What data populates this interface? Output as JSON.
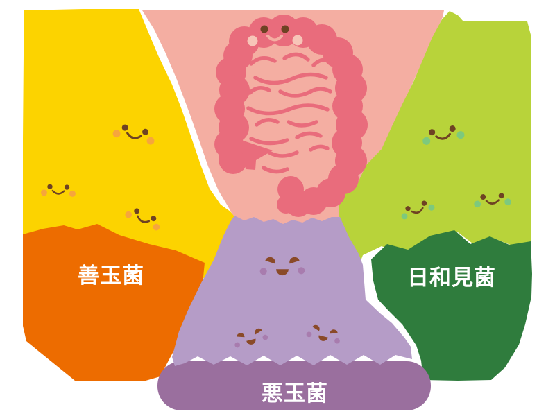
{
  "groups": [
    {
      "id": "good",
      "label": "善玉菌",
      "face_count": 3,
      "expression": "smiling"
    },
    {
      "id": "opportunistic",
      "label": "日和見菌",
      "face_count": 3,
      "expression": "smiling"
    },
    {
      "id": "bad",
      "label": "悪玉菌",
      "face_count": 3,
      "expression": "angry"
    }
  ],
  "intestine": {
    "expression": "smiling"
  },
  "colors": {
    "background": "#FFFFFF",
    "intestine_bg": "#F4AEA2",
    "intestine_body": "#E96C7C",
    "intestine_cheek": "#F7C5B8",
    "good_blob": "#FCD300",
    "good_label_bg": "#ED6C00",
    "good_cheek": "#F6A63C",
    "opportunistic_blob": "#B8D33A",
    "opportunistic_label_bg": "#2F7C3D",
    "opportunistic_cheek": "#7DC97D",
    "bad_blob": "#B59CC7",
    "bad_label_bg": "#9A6F9E",
    "bad_cheek": "#A87CAE",
    "bad_face": "#8A4A28",
    "face_features": "#6E4223",
    "label_text": "#FFFFFF"
  }
}
